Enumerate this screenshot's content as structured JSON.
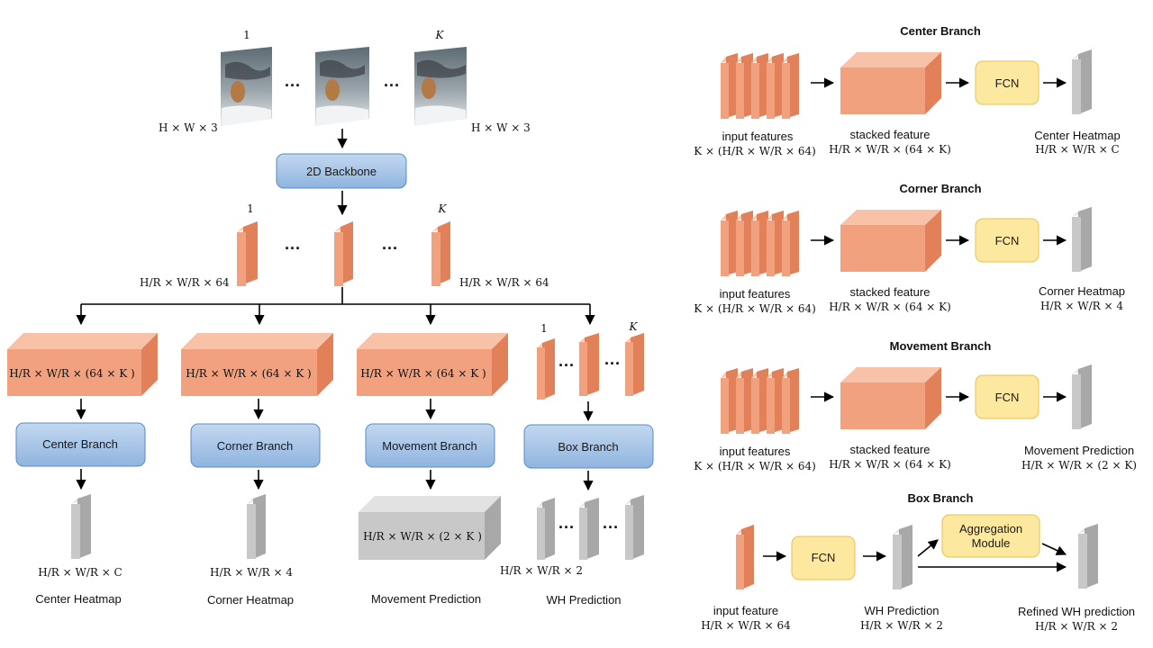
{
  "colors": {
    "feature_front": "#f2a17f",
    "feature_top": "#f7c2a8",
    "feature_side": "#e2805a",
    "grey_front": "#c8c8c8",
    "grey_top": "#e2e2e2",
    "grey_side": "#a8a8a8",
    "branch_fill": "#a9c7e8",
    "fcn_fill": "#fde8a0"
  },
  "left": {
    "frame_index_first": "1",
    "frame_index_last": "K",
    "frame_dim_left": "H × W × 3",
    "frame_dim_right": "H × W × 3",
    "dots": "···",
    "backbone_label": "2D Backbone",
    "feat_index_first": "1",
    "feat_index_last": "K",
    "feat_dim_left": "H/R × W/R × 64",
    "feat_dim_right": "H/R × W/R × 64",
    "stack_label": "H/R × W/R × (64 × K )",
    "box_index_first": "1",
    "box_index_last": "K",
    "branches": {
      "center": "Center Branch",
      "corner": "Corner Branch",
      "movement": "Movement Branch",
      "box": "Box Branch"
    },
    "outputs": {
      "center_dim": "H/R × W/R × C",
      "corner_dim": "H/R × W/R × 4",
      "movement_dim": "H/R × W/R × (2 × K )",
      "wh_dim": "H/R × W/R × 2",
      "center_name": "Center Heatmap",
      "corner_name": "Corner Heatmap",
      "movement_name": "Movement Prediction",
      "wh_name": "WH Prediction"
    }
  },
  "right": {
    "center": {
      "title": "Center Branch",
      "input_label": "input features",
      "input_dim": "K × (H/R × W/R × 64)",
      "stack_label": "stacked feature",
      "stack_dim": "H/R × W/R × (64 × K)",
      "fcn": "FCN",
      "out_label": "Center Heatmap",
      "out_dim": "H/R × W/R × C"
    },
    "corner": {
      "title": "Corner Branch",
      "input_label": "input features",
      "input_dim": "K × (H/R × W/R × 64)",
      "stack_label": "stacked feature",
      "stack_dim": "H/R × W/R × (64 × K)",
      "fcn": "FCN",
      "out_label": "Corner Heatmap",
      "out_dim": "H/R × W/R × 4"
    },
    "movement": {
      "title": "Movement Branch",
      "input_label": "input features",
      "input_dim": "K × (H/R × W/R × 64)",
      "stack_label": "stacked feature",
      "stack_dim": "H/R × W/R × (64 × K)",
      "fcn": "FCN",
      "out_label": "Movement Prediction",
      "out_dim": "H/R × W/R × (2 × K)"
    },
    "box": {
      "title": "Box Branch",
      "input_label": "input feature",
      "input_dim": "H/R × W/R × 64",
      "fcn": "FCN",
      "wh_label": "WH Prediction",
      "wh_dim": "H/R × W/R × 2",
      "agg_line1": "Aggregation",
      "agg_line2": "Module",
      "out_label": "Refined WH prediction",
      "out_dim": "H/R × W/R × 2"
    }
  }
}
